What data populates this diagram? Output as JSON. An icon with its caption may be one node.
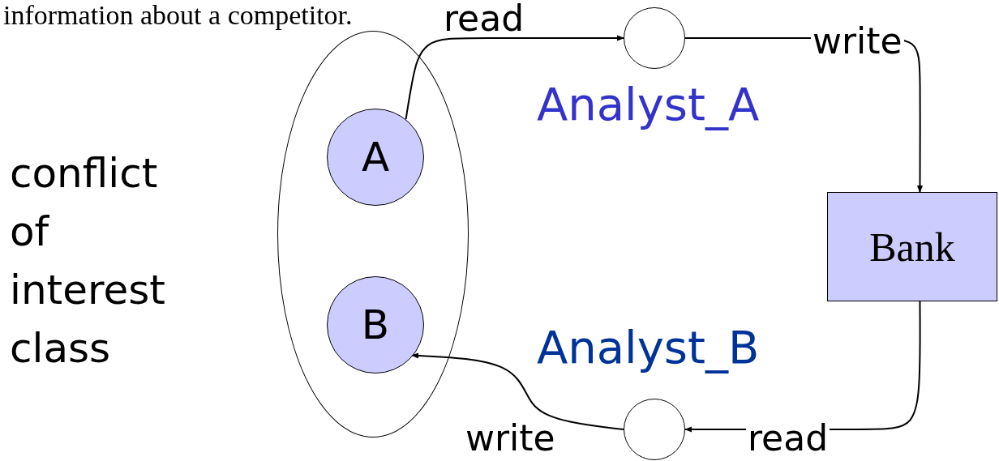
{
  "diagram": {
    "nodes": [
      {
        "text": [],
        "shape": "ellipse",
        "beside": [
          "conflict of interest class"
        ]
      },
      {
        "text": [
          "A"
        ],
        "in": 0
      },
      {
        "text": [
          "B"
        ],
        "in": 0
      },
      {
        "text": [],
        "shape": "circle"
      },
      {
        "text": [
          "Bank"
        ]
      },
      {
        "text": [],
        "shape": "circle"
      }
    ],
    "edges": [
      {
        "from": 1,
        "to": 3,
        "arrow": "to",
        "label": "read"
      },
      {
        "from": 3,
        "to": 4,
        "arrow": "to",
        "label": "write"
      },
      {
        "from": 4,
        "to": 5,
        "arrow": "to",
        "label": "read"
      },
      {
        "from": 5,
        "to": 2,
        "arrow": "to",
        "label": "write"
      }
    ],
    "labels": [
      "information about a competitor.",
      "Analyst_A",
      "Analyst_B"
    ]
  }
}
